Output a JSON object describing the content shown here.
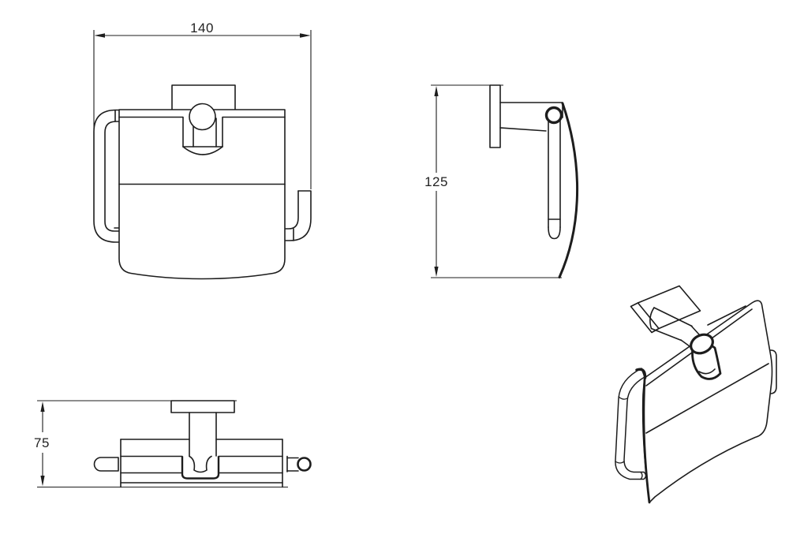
{
  "drawing": {
    "background": "#ffffff",
    "stroke_color": "#1d1d1d",
    "views": {
      "front": {
        "name": "front-view",
        "dimension": {
          "label": "140",
          "axis": "horizontal"
        }
      },
      "side": {
        "name": "side-view",
        "dimension": {
          "label": "125",
          "axis": "vertical"
        }
      },
      "top": {
        "name": "top-view",
        "dimension": {
          "label": "75",
          "axis": "vertical"
        }
      },
      "isometric": {
        "name": "isometric-view"
      }
    }
  }
}
